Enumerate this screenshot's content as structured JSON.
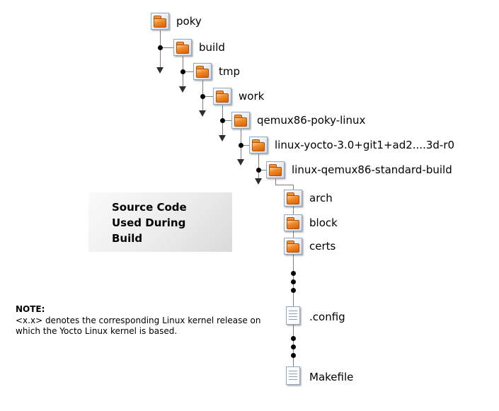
{
  "caption": {
    "text": "Source Code\nUsed During\nBuild"
  },
  "note": {
    "label": "NOTE:",
    "text": "<x.x> denotes the corresponding Linux kernel release on\nwhich the Yocto Linux kernel is based."
  },
  "nodes": {
    "poky": "poky",
    "build": "build",
    "tmp": "tmp",
    "work": "work",
    "qemux": "qemux86-poky-linux",
    "linux_yocto": "linux-yocto-3.0+git1+ad2....3d-r0",
    "standard_build": "linux-qemux86-standard-build",
    "arch": "arch",
    "block": "block",
    "certs": "certs",
    "config": ".config",
    "makefile": "Makefile"
  },
  "colors": {
    "folder_orange": "#d95f02",
    "icon_border_blue": "#93a9c3",
    "line_gray": "#7f7f7f",
    "dot_black": "#000000",
    "caption_box_gray": "#ececec"
  }
}
